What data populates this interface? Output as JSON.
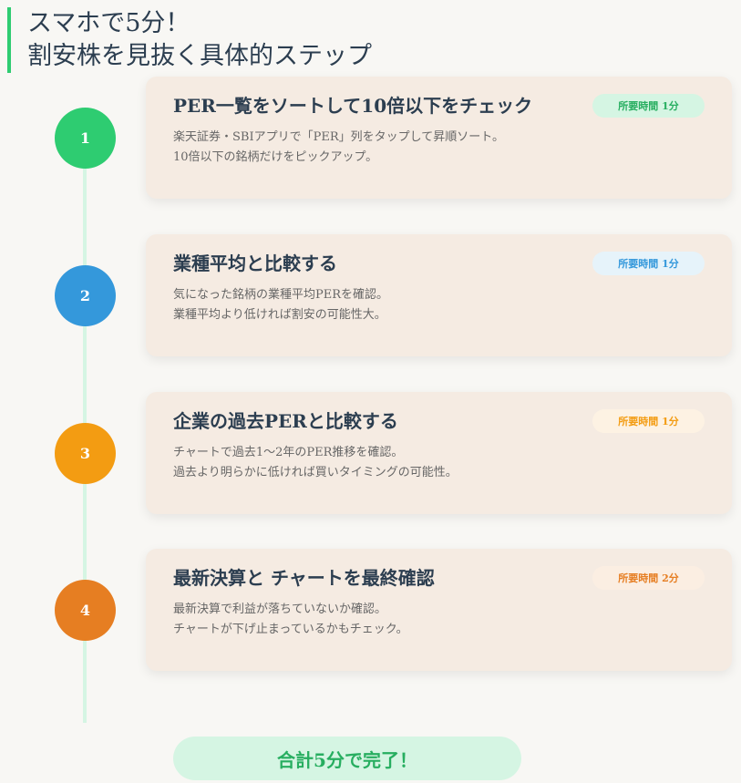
{
  "title": {
    "line1": "スマホで5分！",
    "line2": "割安株を見抜く具体的ステップ"
  },
  "steps": [
    {
      "number": "1",
      "heading": "PER一覧をソートして10倍以下をチェック",
      "badge": "所要時間 1分",
      "desc1": "楽天証券・SBIアプリで「PER」列をタップして昇順ソート。",
      "desc2": "10倍以下の銘柄だけをピックアップ。",
      "color": "#2ecc71",
      "badge_bg": "#d5f5e3",
      "badge_color": "#27ae60"
    },
    {
      "number": "2",
      "heading": "業種平均と比較する",
      "badge": "所要時間 1分",
      "desc1": "気になった銘柄の業種平均PERを確認。",
      "desc2": "業種平均より低ければ割安の可能性大。",
      "color": "#3498db",
      "badge_bg": "#e6f3fa",
      "badge_color": "#3498db"
    },
    {
      "number": "3",
      "heading": "企業の過去PERと比較する",
      "badge": "所要時間 1分",
      "desc1": "チャートで過去1〜2年のPER推移を確認。",
      "desc2": "過去より明らかに低ければ買いタイミングの可能性。",
      "color": "#f39c12",
      "badge_bg": "#fdf2e3",
      "badge_color": "#f39c12"
    },
    {
      "number": "4",
      "heading": "最新決算と チャートを最終確認",
      "badge": "所要時間 2分",
      "desc1": "最新決算で利益が落ちていないか確認。",
      "desc2": "チャートが下げ止まっているかもチェック。",
      "color": "#e67e22",
      "badge_bg": "#fbeee2",
      "badge_color": "#e67e22"
    }
  ],
  "total": "合計5分で完了！"
}
